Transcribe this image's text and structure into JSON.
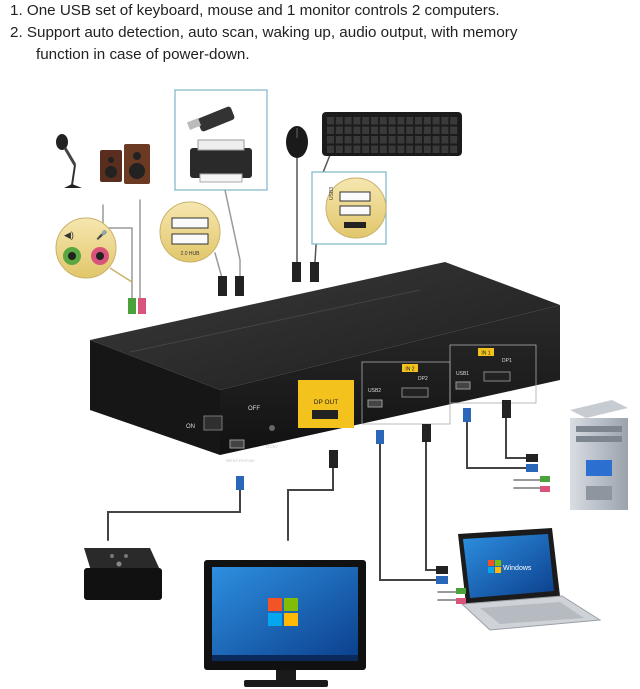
{
  "notes": [
    {
      "n": "1.",
      "text": "One USB set of keyboard, mouse and 1 monitor controls 2 computers."
    },
    {
      "n": "2.",
      "text": "Support auto detection, auto scan, waking up, audio output, with memory"
    },
    {
      "n": "",
      "text": "function in case of power-down."
    }
  ],
  "device": {
    "on": "ON",
    "off": "OFF",
    "wired_remote": "Wired Remote",
    "dc5v": "DC5V",
    "dp_out": "DP OUT",
    "in2": "IN 2",
    "in1": "IN 1",
    "usb2": "USB2",
    "usb1": "USB1",
    "dp2": "DP2",
    "dp1": "DP1"
  },
  "hubs": {
    "usb20": "2.0 HUB",
    "usb3": "USB3"
  },
  "screens": {
    "laptop_brand": "Windows"
  },
  "colors": {
    "device_body": "#1b1b1b",
    "dp_out_panel": "#f3c21c",
    "cable_blue": "#2b67b8",
    "cable_green": "#4aa23a",
    "cable_pink": "#d9547a",
    "accent_line": "#7bb6c9"
  }
}
